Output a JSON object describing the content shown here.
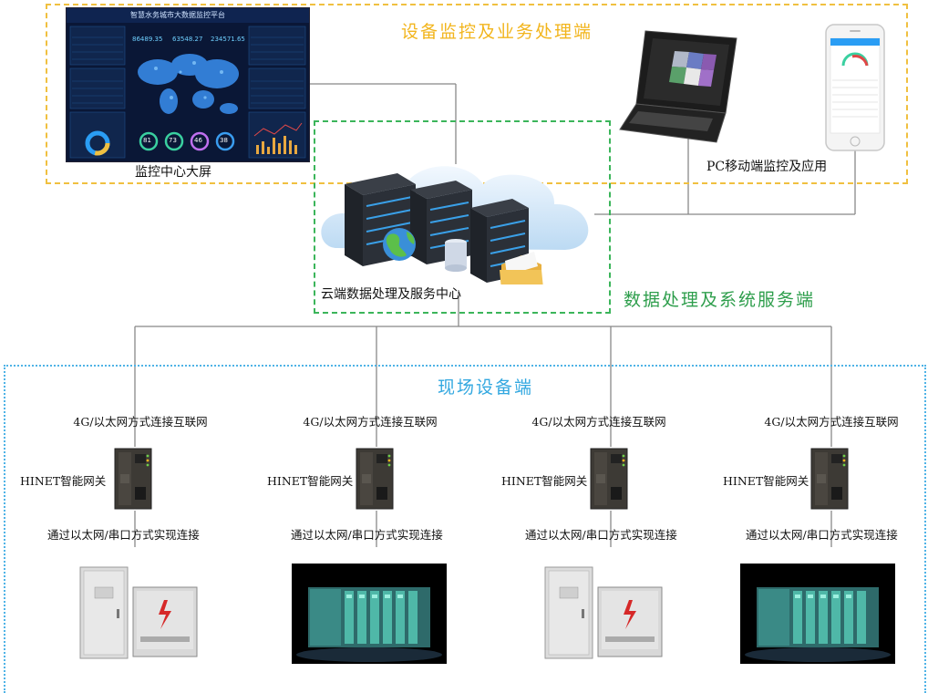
{
  "zones": {
    "top_title": "设备监控及业务处理端",
    "mid_title": "数据处理及系统服务端",
    "bottom_title": "现场设备端"
  },
  "nodes": {
    "monitor_screen_label": "监控中心大屏",
    "pc_mobile_label": "PC移动端监控及应用",
    "cloud_label": "云端数据处理及服务中心"
  },
  "dashboard": {
    "header_title": "智慧水务城市大数据监控平台",
    "kpi_values": [
      "86489.35",
      "63548.27",
      "234571.65"
    ],
    "gauge_values": [
      "81",
      "73",
      "46",
      "38"
    ]
  },
  "sites": [
    {
      "network": "4G/以太网方式连接互联网",
      "gateway": "HINET智能网关",
      "connection": "通过以太网/串口方式实现连接",
      "equipment": "electrical-cabinet"
    },
    {
      "network": "4G/以太网方式连接互联网",
      "gateway": "HINET智能网关",
      "connection": "通过以太网/串口方式实现连接",
      "equipment": "plc-rack"
    },
    {
      "network": "4G/以太网方式连接互联网",
      "gateway": "HINET智能网关",
      "connection": "通过以太网/串口方式实现连接",
      "equipment": "electrical-cabinet"
    },
    {
      "network": "4G/以太网方式连接互联网",
      "gateway": "HINET智能网关",
      "connection": "通过以太网/串口方式实现连接",
      "equipment": "plc-rack"
    }
  ],
  "colors": {
    "top_zone": "#f2b51d",
    "mid_zone": "#2e9e4c",
    "bottom_zone": "#33a8e0",
    "connector": "#808080"
  }
}
